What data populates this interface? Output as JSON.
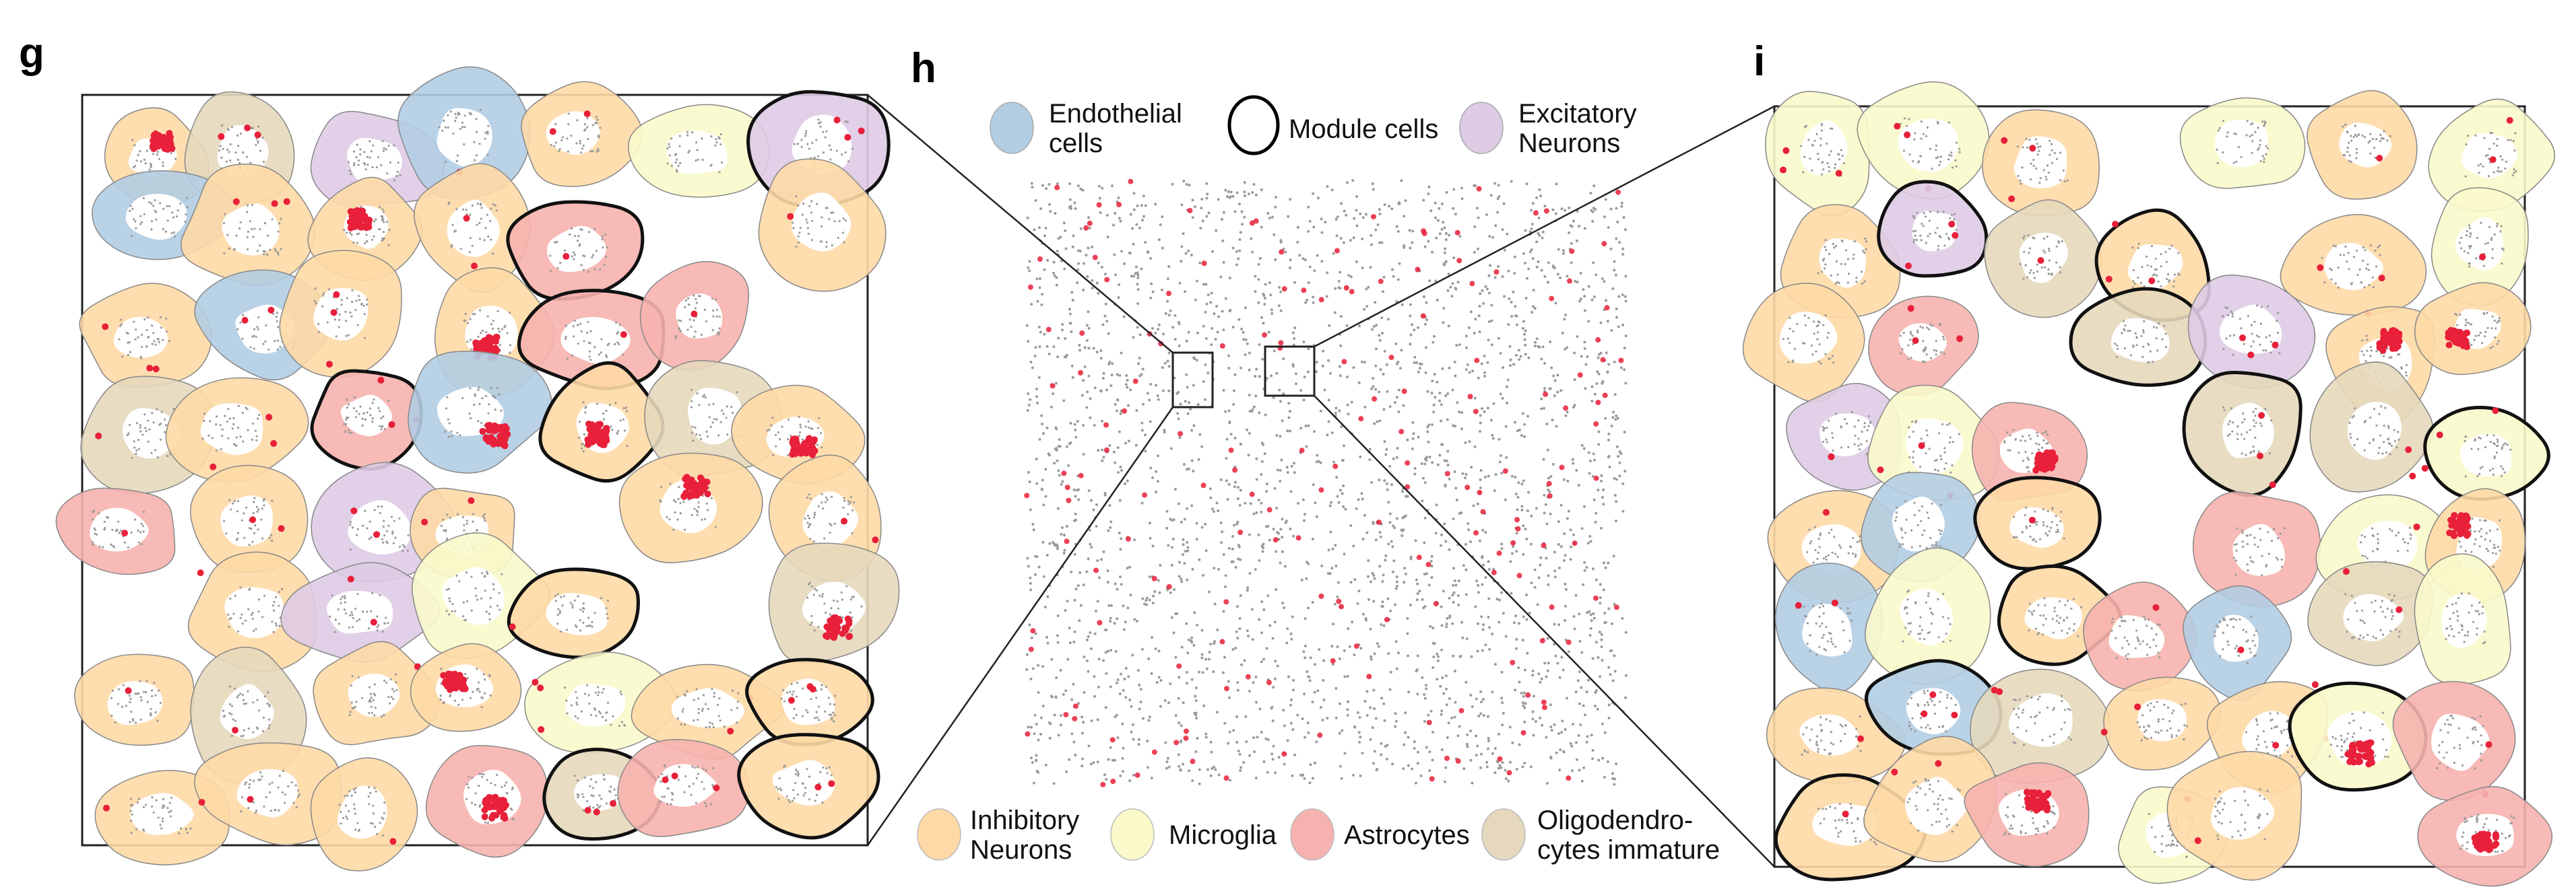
{
  "panels": {
    "g": "g",
    "h": "h",
    "i": "i"
  },
  "legend": {
    "endothelial": {
      "line1": "Endothelial",
      "line2": "cells",
      "color": "#b3cde3"
    },
    "module": {
      "label": "Module cells",
      "color": "#000000"
    },
    "excitatory": {
      "line1": "Excitatory",
      "line2": "Neurons",
      "color": "#decbe4"
    },
    "inhibitory": {
      "line1": "Inhibitory",
      "line2": "Neurons",
      "color": "#fed9a6"
    },
    "microglia": {
      "label": "Microglia",
      "color": "#fafacb"
    },
    "astrocytes": {
      "label": "Astrocytes",
      "color": "#f6b2ae"
    },
    "oligo": {
      "line1": "Oligodendro-",
      "line2": "cytes immature",
      "color": "#e5d8bd"
    }
  },
  "colors": {
    "transcript": "#e8203a",
    "background_dot": "#9a9a9a"
  }
}
